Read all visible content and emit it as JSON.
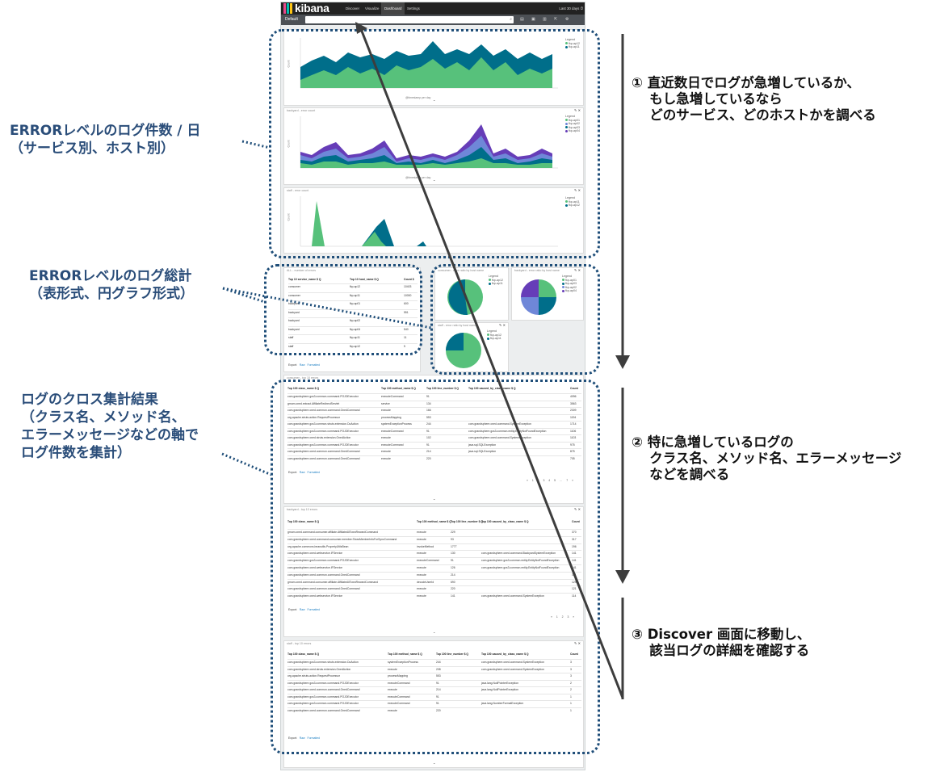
{
  "kibana": {
    "logo_text": "kibana",
    "nav": [
      "Discover",
      "Visualize",
      "Dashboard",
      "Settings"
    ],
    "active_nav": "Dashboard",
    "time_range": "Last 30 days",
    "dashboard_name": "Default",
    "search_placeholder": ""
  },
  "annotations": {
    "left": [
      "ERRORレベルのログ件数 / 日\n（サービス別、ホスト別）",
      "ERRORレベルのログ総計\n（表形式、円グラフ形式）",
      "ログのクロス集計結果\n（クラス名、メソッド名、\nエラーメッセージなどの軸で\nログ件数を集計）"
    ],
    "right": [
      "① 直近数日でログが急増しているか、\n　 もし急増しているなら\n　 どのサービス、どのホストかを調べる",
      "② 特に急増しているログの\n　 クラス名、メソッド名、エラーメッセージ\n　 などを調べる",
      "③ Discover 画面に移動し、\n　 該当ログの詳細を確認する"
    ]
  },
  "panels": {
    "area1": {
      "title": "",
      "ylabel": "Count",
      "xlabel": "@timestamp per day",
      "legend_title": "Legend",
      "legend": [
        "fkp-ap12",
        "fkp-ap11"
      ]
    },
    "area2": {
      "title": "backyard - error count",
      "ylabel": "Count",
      "xlabel": "@timestamp per day",
      "legend_title": "Legend",
      "legend": [
        "fkp-ap01",
        "fkp-ap02",
        "fkp-ap03",
        "fkp-ap04"
      ]
    },
    "area3": {
      "title": "staff - error count",
      "ylabel": "Count",
      "xlabel": "",
      "legend_title": "Legend",
      "legend": [
        "fkp-ap11",
        "fkp-ap12"
      ]
    },
    "summary": {
      "title": "ALL - number of errors",
      "headers": [
        "Top 10 service_name $ Q",
        "Top 10 host_name $ Q",
        "Count $"
      ],
      "rows": [
        [
          "consumer",
          "fkp-ap12",
          "10403"
        ],
        [
          "consumer",
          "fkp-ap11",
          "10000"
        ],
        [
          "backyard",
          "fkp-ap01",
          "600"
        ],
        [
          "backyard",
          "",
          "551"
        ],
        [
          "backyard",
          "fkp-ap02",
          ""
        ],
        [
          "backyard",
          "fkp-ap04",
          "540"
        ],
        [
          "staff",
          "fkp-ap11",
          "11"
        ],
        [
          "staff",
          "fkp-ap12",
          "5"
        ]
      ],
      "export": "Export:",
      "raw": "Raw",
      "formatted": "Formatted"
    },
    "pie1": {
      "title": "consumer - error ratio by host name",
      "legend_title": "Legend",
      "legend": [
        "fkp-ap12",
        "fkp-ap11"
      ]
    },
    "pie2": {
      "title": "backyard - error ratio by host name",
      "legend_title": "Legend",
      "legend": [
        "fkp-ap01",
        "fkp-ap03",
        "fkp-ap02",
        "fkp-ap04"
      ]
    },
    "pie3": {
      "title": "staff - error ratio by host name",
      "legend_title": "Legend",
      "legend": [
        "fkp-ap12",
        "fkp-ap11"
      ]
    },
    "consumer_table": {
      "title": "consumer - top 10 errors",
      "headers": [
        "Top 100 class_name $ Q",
        "Top 100 method_name $ Q",
        "Top 100 line_number $ Q",
        "Top 100 caused_by_class_name $ Q",
        "Count"
      ],
      "rows": [
        [
          "com.grandsphere.gcs3.common.command.POJOExecutor",
          "executeCommand",
          "91",
          "",
          "4096"
        ],
        [
          "gmom.oned.extract.AffiliateRedirectServlet",
          "service",
          "134",
          "",
          "3563"
        ],
        [
          "com.grandsphere.oned.common.command.OnedCommand",
          "execute",
          "166",
          "",
          "2309"
        ],
        [
          "org.apache.struts.action.RequestProcessor",
          "processMapping",
          "553",
          "",
          "1194"
        ],
        [
          "com.grandsphere.gcs3.common.struts.extension.DoAction",
          "systemExceptionProcess",
          "244",
          "com.grandsphere.oned.command.SystemException",
          "1714"
        ],
        [
          "com.grandsphere.gcs3.common.command.POJOExecutor",
          "executeCommand",
          "91",
          "com.grandsphere.gcs3.common.entity.EntityNotFoundException",
          "1106"
        ],
        [
          "com.grandsphere.oned.struts.extension.OnedAction",
          "execute",
          "102",
          "com.grandsphere.oned.command.SystemException",
          "1103"
        ],
        [
          "com.grandsphere.gcs3.common.command.POJOExecutor",
          "executeCommand",
          "91",
          "java.sql.SQLException",
          "975"
        ],
        [
          "com.grandsphere.oned.common.command.OnedCommand",
          "execute",
          "214",
          "java.sql.SQLException",
          "875"
        ],
        [
          "com.grandsphere.oned.common.command.OnedCommand",
          "execute",
          "220",
          "",
          "705"
        ]
      ],
      "export": "Export:",
      "raw": "Raw",
      "formatted": "Formatted",
      "pager": "« 1 2 3 4 5 … 7 »"
    },
    "backyard_table": {
      "title": "backyard - top 10 errors",
      "headers": [
        "Top 100 class_name $ Q",
        "Top 100 method_name $ Q",
        "Top 100 line_number $ Q",
        "Top 100 caused_by_class_name $ Q",
        "Count"
      ],
      "rows": [
        [
          "gmom.oned.command.consumer.affiliate.AffiliateAllTownRewardCommand",
          "execute",
          "229",
          "",
          "370"
        ],
        [
          "com.grandsphere.oned.command.consumer.member.ShowMemberInfoForSyncCommand",
          "execute",
          "93",
          "",
          "317"
        ],
        [
          "org.apache.commons.beanutils.PropertyUtilsBean",
          "invokeMethod",
          "1777",
          "",
          "196"
        ],
        [
          "com.grandsphere.oned.webservice.IFService",
          "execute",
          "130",
          "com.grandsphere.oned.command.BackyardSystemException",
          "141"
        ],
        [
          "com.grandsphere.gcs3.common.command.POJOExecutor",
          "executeCommand",
          "91",
          "com.grandsphere.gcs3.common.entity.EntityNotFoundException",
          "141"
        ],
        [
          "com.grandsphere.oned.webservice.IFService",
          "execute",
          "126",
          "com.grandsphere.gcs3.common.entity.EntityNotFoundException",
          "141"
        ],
        [
          "com.grandsphere.oned.common.command.OnedCommand",
          "execute",
          "214",
          "",
          "131"
        ],
        [
          "gmom.oned.command.consumer.affiliate.AffiliateAllTownRewardCommand",
          "decodeUserId",
          "690",
          "",
          "129"
        ],
        [
          "com.grandsphere.oned.common.command.OnedCommand",
          "execute",
          "220",
          "",
          "121"
        ],
        [
          "com.grandsphere.oned.webservice.IFService",
          "execute",
          "141",
          "com.grandsphere.oned.command.SystemException",
          "114"
        ]
      ],
      "export": "Export:",
      "raw": "Raw",
      "formatted": "Formatted",
      "pager": "« 1 2 3 »"
    },
    "staff_table": {
      "title": "staff - top 10 errors",
      "headers": [
        "Top 100 class_name $ Q",
        "Top 100 method_name $ Q",
        "Top 100 line_number $ Q",
        "Top 100 caused_by_class_name $ Q",
        "Count"
      ],
      "rows": [
        [
          "com.grandsphere.gcs3.common.struts.extension.DoAction",
          "systemExceptionProcess",
          "244",
          "com.grandsphere.oned.command.SystemException",
          "3"
        ],
        [
          "com.grandsphere.oned.struts.extension.OnedAction",
          "execute",
          "208",
          "com.grandsphere.oned.command.SystemException",
          "3"
        ],
        [
          "org.apache.struts.action.RequestProcessor",
          "processMapping",
          "553",
          "",
          "3"
        ],
        [
          "com.grandsphere.gcs3.common.command.POJOExecutor",
          "executeCommand",
          "91",
          "java.lang.NullPointerException",
          "2"
        ],
        [
          "com.grandsphere.oned.common.command.OnedCommand",
          "execute",
          "214",
          "java.lang.NullPointerException",
          "2"
        ],
        [
          "com.grandsphere.gcs3.common.command.POJOExecutor",
          "executeCommand",
          "91",
          "",
          "1"
        ],
        [
          "com.grandsphere.gcs3.common.command.POJOExecutor",
          "executeCommand",
          "91",
          "java.lang.NumberFormatException",
          "1"
        ],
        [
          "com.grandsphere.oned.common.command.OnedCommand",
          "execute",
          "220",
          "",
          "1"
        ]
      ],
      "export": "Export:",
      "raw": "Raw",
      "formatted": "Formatted"
    }
  },
  "colors": {
    "topbar": "#222222",
    "subbar": "#4c5055",
    "green": "#57c17b",
    "teal": "#006e8a",
    "blue": "#6f87d8",
    "purple": "#663db8",
    "annotation": "#1f4e79"
  }
}
